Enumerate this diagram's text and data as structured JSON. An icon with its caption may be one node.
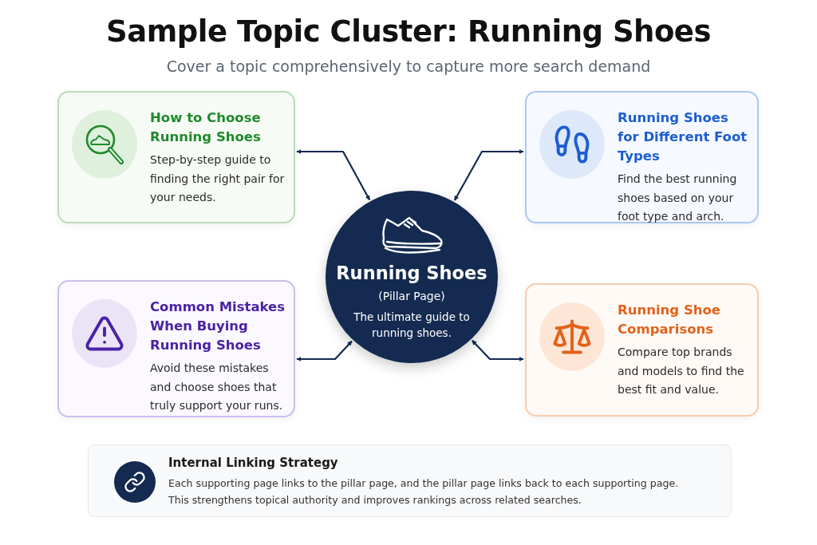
{
  "diagram": {
    "title": "Sample Topic Cluster: Running Shoes",
    "nodes": [
      {
        "text": [
          "How to Choose Running Shoes",
          "Step-by-step guide to finding the right pair for your needs."
        ]
      },
      {
        "text": [
          "Running Shoes for Different Foot Types",
          "Find the best running shoes based on your foot type and arch."
        ]
      },
      {
        "text": [
          "Running Shoes",
          "(Pillar Page)",
          "The ultimate guide to running shoes."
        ]
      },
      {
        "text": [
          "Common Mistakes When Buying Running Shoes",
          "Avoid these mistakes and choose shoes that truly support your runs."
        ]
      },
      {
        "text": [
          "Running Shoe Comparisons",
          "Compare top brands and models to find the best fit and value."
        ]
      },
      {
        "text": [
          "Internal Linking Strategy",
          "Each supporting page links to the pillar page, and the pillar page links back to each supporting page. This strengthens topical authority and improves rankings across related searches."
        ]
      }
    ],
    "edges": [
      {
        "from": 0,
        "to": 2,
        "arrow": "both"
      },
      {
        "from": 1,
        "to": 2,
        "arrow": "both"
      },
      {
        "from": 3,
        "to": 2,
        "arrow": "both"
      },
      {
        "from": 4,
        "to": 2,
        "arrow": "both"
      }
    ],
    "labels": [
      "Cover a topic comprehensively to capture more search demand"
    ]
  }
}
